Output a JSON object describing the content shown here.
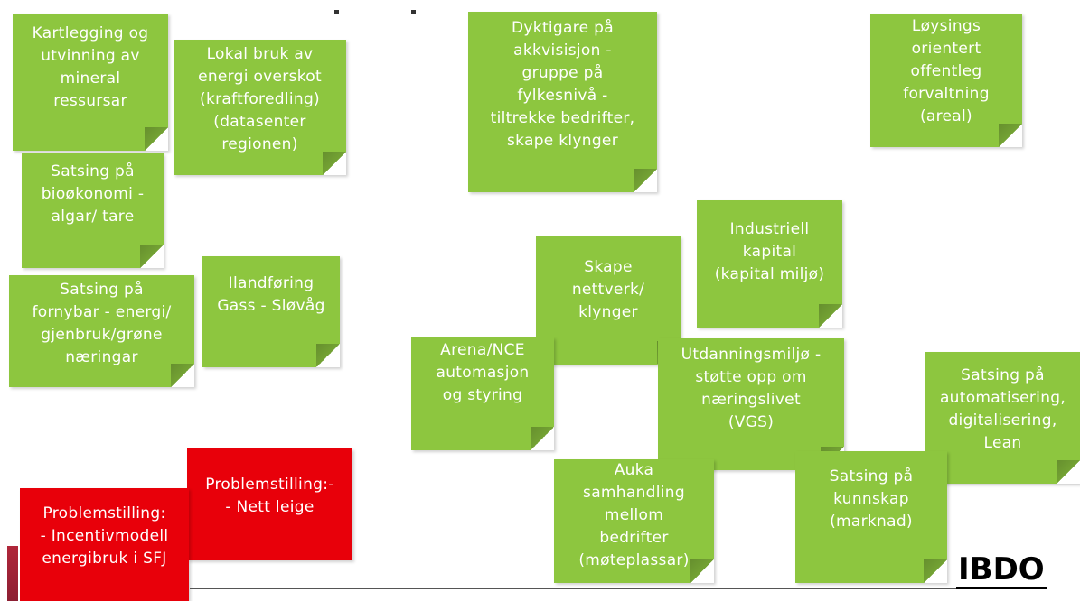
{
  "colors": {
    "note_green": "#8dc63f",
    "note_red": "#e8000a"
  },
  "notes": {
    "kartlegging": "Kartlegging og\nutvinning av\nmineral\nressursar",
    "lokal_bruk": "Lokal bruk av\nenergi overskot\n(kraftforedling)\n(datasenter\nregionen)",
    "biookonomi": "Satsing på\nbioøkonomi -\nalgar/ tare",
    "fornybar": "Satsing på\nfornybar - energi/\ngjenbruk/grøne\nnæringar",
    "ilandforing": "Ilandføring\nGass - Sløvåg",
    "dyktigare": "Dyktigare på\nakkvisisjon -\ngruppe på\nfylkesnivå -\ntiltrekke bedrifter,\nskape klynger",
    "loysings": "Løysings\norientert\noffentleg\nforvaltning\n(areal)",
    "industriell": "Industriell\nkapital\n(kapital miljø)",
    "skape_nettverk": "Skape\nnettverk/\nklynger",
    "arena_nce": "Arena/NCE\nautomasjon\nog styring",
    "utdanning": "Utdanningsmiljø -\nstøtte opp om\nnæringslivet\n(VGS)",
    "automatisering": "Satsing på\nautomatisering,\ndigitalisering,\nLean",
    "auka": "Auka\nsamhandling\nmellom\nbedrifter\n(møteplassar)",
    "kunnskap": "Satsing på\nkunnskap\n(marknad)",
    "problem_nettleige": "Problemstilling:-\n- Nett leige",
    "problem_incentiv": "Problemstilling:\n- Incentivmodell\nenergibruk i SFJ"
  },
  "logo": {
    "text": "IBDO"
  }
}
